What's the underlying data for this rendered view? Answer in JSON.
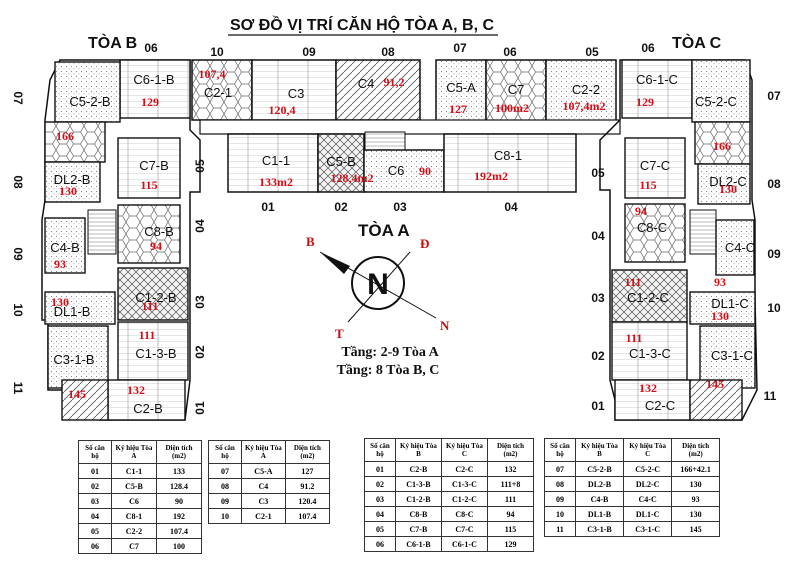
{
  "title": "SƠ ĐỒ VỊ TRÍ CĂN HỘ TÒA A, B, C",
  "buildings": {
    "a": "TÒA A",
    "b": "TÒA B",
    "c": "TÒA C"
  },
  "floors_note": {
    "line1": "Tầng: 2-9 Tòa A",
    "line2": "Tầng: 8 Tòa B, C"
  },
  "compass": {
    "north": "B",
    "east": "Đ",
    "south": "N",
    "west": "T",
    "center": "N"
  },
  "unit_numbers": {
    "top": [
      "06",
      "10",
      "09",
      "08",
      "07",
      "06",
      "05",
      "06"
    ],
    "a_bottom": [
      "01",
      "02",
      "03",
      "04"
    ],
    "b_side": [
      "07",
      "08",
      "09",
      "10",
      "11"
    ],
    "b_inner": [
      "05",
      "04",
      "03",
      "02",
      "01"
    ],
    "c_side": [
      "07",
      "08",
      "09",
      "10",
      "11"
    ],
    "c_inner": [
      "05",
      "04",
      "03",
      "02",
      "01"
    ]
  },
  "units": {
    "c2_1": {
      "label": "C2-1",
      "area": "107,4"
    },
    "c3": {
      "label": "C3",
      "area": "120,4"
    },
    "c4": {
      "label": "C4",
      "area": "91,2"
    },
    "c5a": {
      "label": "C5-A",
      "area": "127"
    },
    "c7": {
      "label": "C7",
      "area": "100m2"
    },
    "c2_2": {
      "label": "C2-2",
      "area": "107,4m2"
    },
    "c1_1": {
      "label": "C1-1",
      "area": "133m2"
    },
    "c5b": {
      "label": "C5-B",
      "area": "128,4m2"
    },
    "c6": {
      "label": "C6",
      "area": "90"
    },
    "c8_1": {
      "label": "C8-1",
      "area": "192m2"
    },
    "c6_1_b": {
      "label": "C6-1-B",
      "area": "129"
    },
    "c5_2_b": {
      "label": "C5-2-B",
      "area": "166"
    },
    "c7_b": {
      "label": "C7-B",
      "area": "115"
    },
    "dl2_b": {
      "label": "DL2-B",
      "area": "130"
    },
    "c8_b": {
      "label": "C8-B",
      "area": "94"
    },
    "c4_b": {
      "label": "C4-B",
      "area": "93"
    },
    "c1_2_b": {
      "label": "C1-2-B",
      "area": "111"
    },
    "dl1_b": {
      "label": "DL1-B",
      "area": "130"
    },
    "c1_3_b": {
      "label": "C1-3-B",
      "area": "111"
    },
    "c3_1_b": {
      "label": "C3-1-B",
      "area": "145"
    },
    "c2_b": {
      "label": "C2-B",
      "area": "132"
    },
    "c6_1_c": {
      "label": "C6-1-C",
      "area": "129"
    },
    "c5_2_c": {
      "label": "C5-2-C",
      "area": "166"
    },
    "c7_c": {
      "label": "C7-C",
      "area": "115"
    },
    "dl2_c": {
      "label": "DL2-C",
      "area": "130"
    },
    "c8_c": {
      "label": "C8-C",
      "area": "94"
    },
    "c4_c": {
      "label": "C4-C",
      "area": "93"
    },
    "c1_2_c": {
      "label": "C1-2-C",
      "area": "111"
    },
    "dl1_c": {
      "label": "DL1-C",
      "area": "130"
    },
    "c1_3_c": {
      "label": "C1-3-C",
      "area": "111"
    },
    "c3_1_c": {
      "label": "C3-1-C",
      "area": "145"
    },
    "c2_c": {
      "label": "C2-C",
      "area": "132"
    }
  },
  "tables": {
    "a1": {
      "headers": [
        "Số căn hộ",
        "Ký hiệu Tòa A",
        "Diện tích (m2)"
      ],
      "rows": [
        [
          "01",
          "C1-1",
          "133"
        ],
        [
          "02",
          "C5-B",
          "128.4"
        ],
        [
          "03",
          "C6",
          "90"
        ],
        [
          "04",
          "C8-1",
          "192"
        ],
        [
          "05",
          "C2-2",
          "107.4"
        ],
        [
          "06",
          "C7",
          "100"
        ]
      ]
    },
    "a2": {
      "headers": [
        "Số căn hộ",
        "Ký hiệu Tòa A",
        "Diện tích (m2)"
      ],
      "rows": [
        [
          "07",
          "C5-A",
          "127"
        ],
        [
          "08",
          "C4",
          "91.2"
        ],
        [
          "09",
          "C3",
          "120.4"
        ],
        [
          "10",
          "C2-1",
          "107.4"
        ]
      ]
    },
    "bc1": {
      "headers": [
        "Số căn hộ",
        "Ký hiệu Tòa B",
        "Ký hiệu Tòa C",
        "Diện tích (m2)"
      ],
      "rows": [
        [
          "01",
          "C2-B",
          "C2-C",
          "132"
        ],
        [
          "02",
          "C1-3-B",
          "C1-3-C",
          "111+8"
        ],
        [
          "03",
          "C1-2-B",
          "C1-2-C",
          "111"
        ],
        [
          "04",
          "C8-B",
          "C8-C",
          "94"
        ],
        [
          "05",
          "C7-B",
          "C7-C",
          "115"
        ],
        [
          "06",
          "C6-1-B",
          "C6-1-C",
          "129"
        ]
      ]
    },
    "bc2": {
      "headers": [
        "Số căn hộ",
        "Ký hiệu Tòa B",
        "Ký hiệu Tòa C",
        "Diện tích (m2)"
      ],
      "rows": [
        [
          "07",
          "C5-2-B",
          "C5-2-C",
          "166+42.1"
        ],
        [
          "08",
          "DL2-B",
          "DL2-C",
          "130"
        ],
        [
          "09",
          "C4-B",
          "C4-C",
          "93"
        ],
        [
          "10",
          "DL1-B",
          "DL1-C",
          "130"
        ],
        [
          "11",
          "C3-1-B",
          "C3-1-C",
          "145"
        ]
      ]
    }
  }
}
